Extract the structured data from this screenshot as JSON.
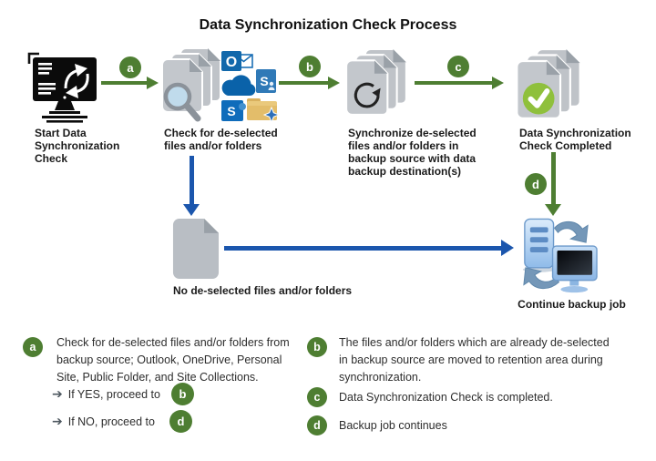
{
  "title": "Data Synchronization Check Process",
  "colors": {
    "green": "#4e7e32",
    "light_green": "#8fc03c",
    "blue": "#1b56ad"
  },
  "flow": {
    "steps": {
      "a": "a",
      "b": "b",
      "c": "c",
      "d": "d"
    },
    "nodes": {
      "start": {
        "label": "Start Data\nSynchronization\nCheck"
      },
      "check": {
        "label": "Check for de-selected\nfiles and/or folders"
      },
      "sync": {
        "label": "Synchronize de-selected\nfiles and/or folders in\nbackup source with data\nbackup destination(s)"
      },
      "completed": {
        "label": "Data Synchronization\nCheck Completed"
      },
      "no_change": {
        "label": "No de-selected files and/or folders"
      },
      "continue": {
        "label": "Continue backup job"
      }
    }
  },
  "legend": {
    "arrow_glyph": "➔",
    "a": {
      "badge": "a",
      "text": "Check for de-selected files and/or folders from\nbackup source; Outlook, OneDrive, Personal\nSite, Public Folder, and Site Collections.",
      "branches": [
        {
          "text": "If YES, proceed to",
          "target": "b"
        },
        {
          "text": "If NO, proceed to",
          "target": "d"
        }
      ]
    },
    "b": {
      "badge": "b",
      "text": "The files and/or folders which are already de-selected\nin backup source are moved to retention area during\nsynchronization."
    },
    "c": {
      "badge": "c",
      "text": "Data Synchronization Check is completed."
    },
    "d": {
      "badge": "d",
      "text": "Backup job continues"
    }
  }
}
